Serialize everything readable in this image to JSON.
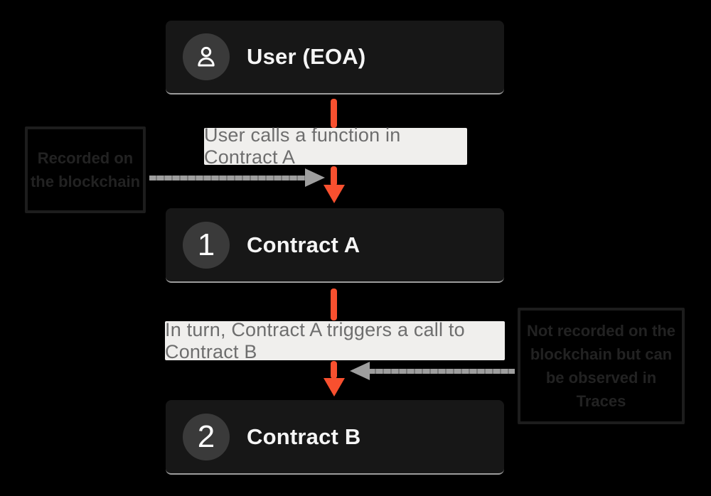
{
  "diagram": {
    "nodes": [
      {
        "id": "user",
        "badge_icon": "user-icon",
        "title": "User (EOA)"
      },
      {
        "id": "contract-a",
        "badge": "1",
        "title": "Contract A"
      },
      {
        "id": "contract-b",
        "badge": "2",
        "title": "Contract B"
      }
    ],
    "edges": [
      {
        "from": "user",
        "to": "contract-a",
        "label": "User calls a function in Contract A"
      },
      {
        "from": "contract-a",
        "to": "contract-b",
        "label": "In turn, Contract A triggers a call to Contract B"
      }
    ],
    "annotations": [
      {
        "side": "left",
        "text": "Recorded on the blockchain"
      },
      {
        "side": "right",
        "text": "Not recorded on the blockchain but can be observed in Traces"
      }
    ],
    "colors": {
      "background": "#000000",
      "node_bg": "#171717",
      "badge_bg": "#3a3a3a",
      "node_underline": "#9c9c9c",
      "arrow_orange": "#f8502f",
      "arrow_gray": "#9e9e9e",
      "label_bg": "#f0efed",
      "label_text": "#6e6e6e",
      "annotation_ink": "#1d1d1d"
    }
  }
}
